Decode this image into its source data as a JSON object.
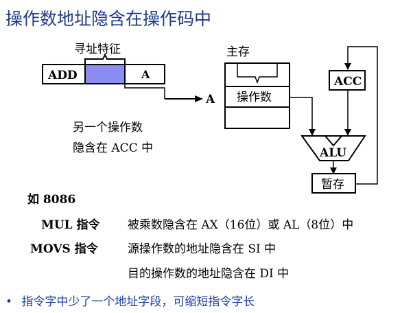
{
  "title": "操作数地址隐含在操作码中",
  "diagram": {
    "addressing_feature_label": "寻址特征",
    "opcode": "ADD",
    "operand_field": "A",
    "arrow_label": "A",
    "memory_label": "主存",
    "operand_cell": "操作数",
    "acc": "ACC",
    "alu": "ALU",
    "temp": "暂存",
    "note_line1": "另一个操作数",
    "note_line2": "隐含在 ACC 中"
  },
  "examples": {
    "intro": "如 8086",
    "mul_name": "MUL 指令",
    "mul_desc": "被乘数隐含在 AX（16位）或 AL（8位）中",
    "movs_name": "MOVS 指令",
    "movs_desc1": "源操作数的地址隐含在 SI 中",
    "movs_desc2": "目的操作数的地址隐含在 DI 中"
  },
  "bullet": {
    "marker": "•",
    "text": "指令字中少了一个地址字段，可缩短指令字长"
  },
  "colors": {
    "title": "#1f3a8a",
    "highlight_field": "#8c8cf0",
    "bullet": "#1a3da0"
  }
}
